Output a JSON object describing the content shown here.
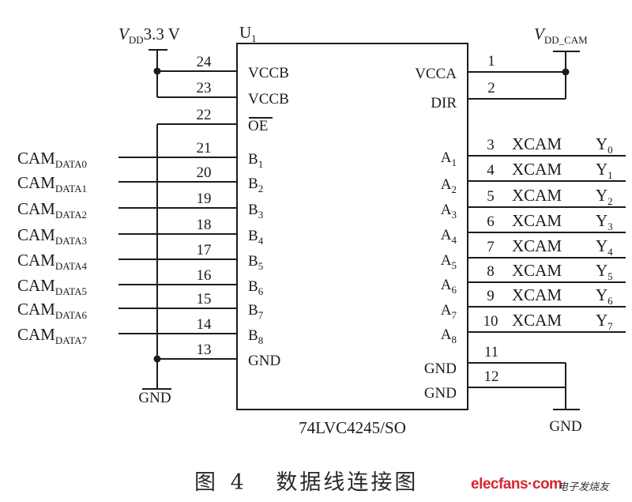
{
  "figure": {
    "chip_ref": "U",
    "chip_ref_sub": "1",
    "chip_part": "74LVC4245/SO",
    "caption_prefix": "图",
    "caption_number": "4",
    "caption_text": "数据线连接图",
    "watermark": "elecfans·com",
    "watermark_cn": "电子发烧友",
    "colors": {
      "line": "#1c1c1c",
      "watermark": "#d7262e"
    }
  },
  "power": {
    "vdd_left": {
      "v": "V",
      "sub": "DD",
      "value": "3.3 V"
    },
    "vdd_right": {
      "v": "V",
      "sub": "DD_CAM"
    },
    "gnd_left": "GND",
    "gnd_right": "GND"
  },
  "left_pins": [
    {
      "num": "24",
      "name": "VCCB",
      "sub": "",
      "net": "",
      "net_sub": ""
    },
    {
      "num": "23",
      "name": "VCCB",
      "sub": "",
      "net": "",
      "net_sub": ""
    },
    {
      "num": "22",
      "name": "OE",
      "sub": "",
      "overbar": true,
      "net": "",
      "net_sub": ""
    },
    {
      "num": "21",
      "name": "B",
      "sub": "1",
      "net": "CAM",
      "net_sub": "DATA0"
    },
    {
      "num": "20",
      "name": "B",
      "sub": "2",
      "net": "CAM",
      "net_sub": "DATA1"
    },
    {
      "num": "19",
      "name": "B",
      "sub": "3",
      "net": "CAM",
      "net_sub": "DATA2"
    },
    {
      "num": "18",
      "name": "B",
      "sub": "4",
      "net": "CAM",
      "net_sub": "DATA3"
    },
    {
      "num": "17",
      "name": "B",
      "sub": "5",
      "net": "CAM",
      "net_sub": "DATA4"
    },
    {
      "num": "16",
      "name": "B",
      "sub": "6",
      "net": "CAM",
      "net_sub": "DATA5"
    },
    {
      "num": "15",
      "name": "B",
      "sub": "7",
      "net": "CAM",
      "net_sub": "DATA6"
    },
    {
      "num": "14",
      "name": "B",
      "sub": "8",
      "net": "CAM",
      "net_sub": "DATA7"
    },
    {
      "num": "13",
      "name": "GND",
      "sub": "",
      "net": "",
      "net_sub": ""
    }
  ],
  "right_pins": [
    {
      "num": "1",
      "name": "VCCA",
      "sub": "",
      "net": "",
      "net_y": "",
      "net_sub": ""
    },
    {
      "num": "2",
      "name": "DIR",
      "sub": "",
      "net": "",
      "net_y": "",
      "net_sub": ""
    },
    {
      "num": "3",
      "name": "A",
      "sub": "1",
      "net": "XCAM",
      "net_y": "Y",
      "net_sub": "0"
    },
    {
      "num": "4",
      "name": "A",
      "sub": "2",
      "net": "XCAM",
      "net_y": "Y",
      "net_sub": "1"
    },
    {
      "num": "5",
      "name": "A",
      "sub": "3",
      "net": "XCAM",
      "net_y": "Y",
      "net_sub": "2"
    },
    {
      "num": "6",
      "name": "A",
      "sub": "4",
      "net": "XCAM",
      "net_y": "Y",
      "net_sub": "3"
    },
    {
      "num": "7",
      "name": "A",
      "sub": "5",
      "net": "XCAM",
      "net_y": "Y",
      "net_sub": "4"
    },
    {
      "num": "8",
      "name": "A",
      "sub": "6",
      "net": "XCAM",
      "net_y": "Y",
      "net_sub": "5"
    },
    {
      "num": "9",
      "name": "A",
      "sub": "7",
      "net": "XCAM",
      "net_y": "Y",
      "net_sub": "6"
    },
    {
      "num": "10",
      "name": "A",
      "sub": "8",
      "net": "XCAM",
      "net_y": "Y",
      "net_sub": "7"
    },
    {
      "num": "11",
      "name": "GND",
      "sub": "",
      "net": "",
      "net_y": "",
      "net_sub": ""
    },
    {
      "num": "12",
      "name": "GND",
      "sub": "",
      "net": "",
      "net_y": "",
      "net_sub": ""
    }
  ]
}
